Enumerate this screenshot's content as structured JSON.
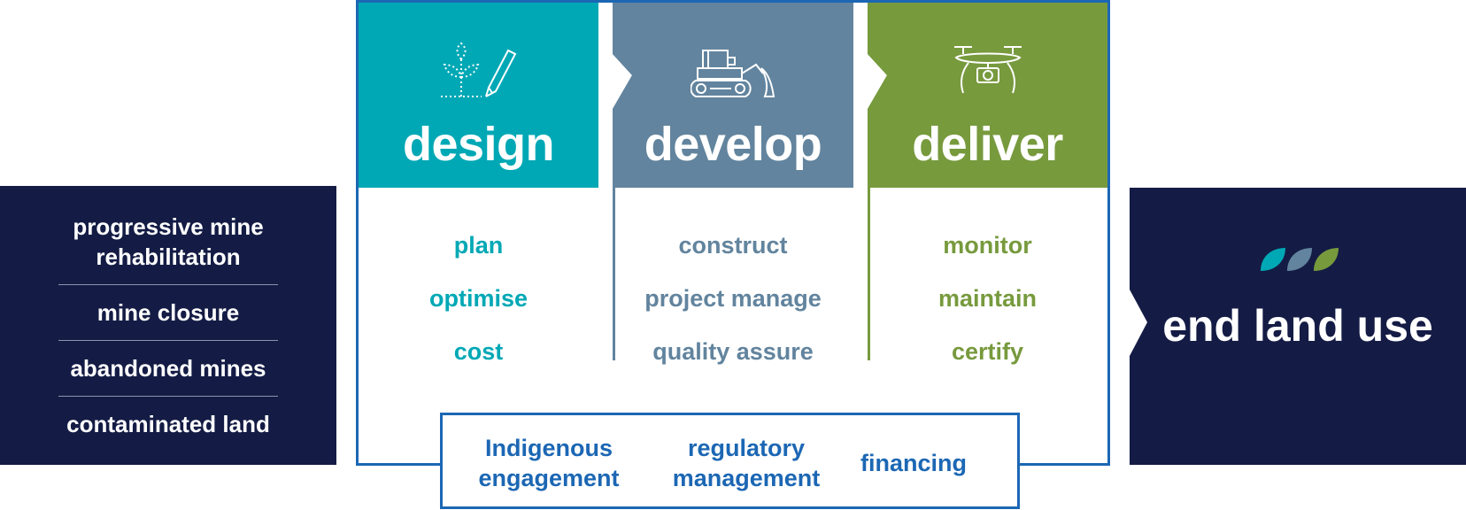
{
  "colors": {
    "navy": "#141c45",
    "frame_blue": "#1c67b4",
    "teal": "#00a8b5",
    "slate": "#62849e",
    "green": "#779a3d"
  },
  "left_panel": {
    "items": [
      "progressive mine rehabilitation",
      "mine closure",
      "abandoned mines",
      "contaminated land"
    ]
  },
  "stages": [
    {
      "title": "design",
      "icon": "plant-and-pencil-icon",
      "items": [
        "plan",
        "optimise",
        "cost"
      ]
    },
    {
      "title": "develop",
      "icon": "bulldozer-icon",
      "items": [
        "construct",
        "project manage",
        "quality assure"
      ]
    },
    {
      "title": "deliver",
      "icon": "drone-icon",
      "items": [
        "monitor",
        "maintain",
        "certify"
      ]
    }
  ],
  "bottom_box": {
    "items": [
      "Indigenous engagement",
      "regulatory management",
      "financing"
    ]
  },
  "end": {
    "title": "end land use",
    "icon": "three-leaves-icon"
  }
}
